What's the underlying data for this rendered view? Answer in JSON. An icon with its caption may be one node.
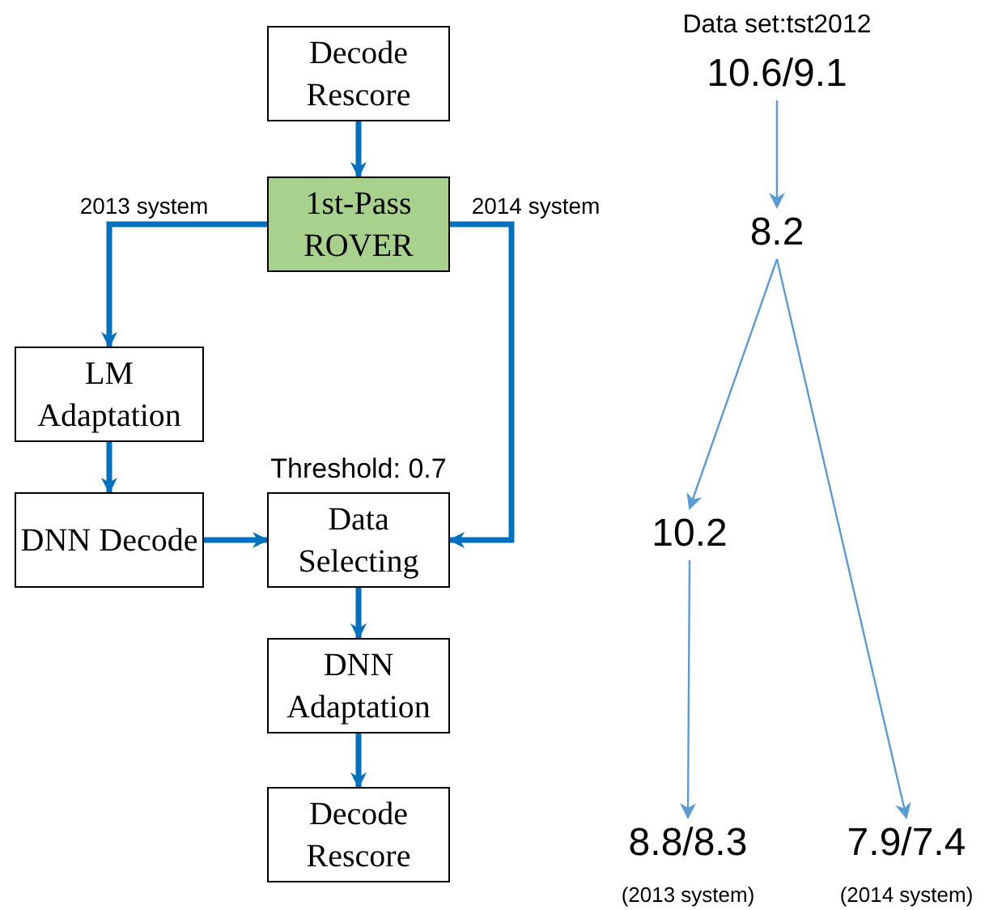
{
  "diagram": {
    "nodes": [
      {
        "text": [
          "Decode Rescore"
        ]
      },
      {
        "text": [
          "1st-Pass ROVER"
        ]
      },
      {
        "text": [
          "LM Adaptation"
        ]
      },
      {
        "text": [
          "DNN Decode"
        ]
      },
      {
        "text": [
          "Data Selecting"
        ],
        "beside": [
          "Threshold: 0.7"
        ]
      },
      {
        "text": [
          "DNN Adaptation"
        ]
      },
      {
        "text": [
          "Decode Rescore"
        ]
      },
      {
        "text": [
          "10.6/9.1"
        ],
        "beside": [
          "Data set:tst2012"
        ]
      },
      {
        "text": [
          "8.2"
        ]
      },
      {
        "text": [
          "10.2"
        ]
      },
      {
        "text": [
          "8.8/8.3"
        ],
        "beside": [
          "(2013 system)"
        ]
      },
      {
        "text": [
          "7.9/7.4"
        ],
        "beside": [
          "(2014 system)"
        ]
      }
    ],
    "edges": [
      {
        "from": 0,
        "to": 1,
        "arrow": "to"
      },
      {
        "from": 1,
        "to": 2,
        "arrow": "to",
        "label": "2013 system"
      },
      {
        "from": 1,
        "to": 4,
        "arrow": "to",
        "label": "2014 system"
      },
      {
        "from": 2,
        "to": 3,
        "arrow": "to"
      },
      {
        "from": 3,
        "to": 4,
        "arrow": "to"
      },
      {
        "from": 4,
        "to": 5,
        "arrow": "to"
      },
      {
        "from": 5,
        "to": 6,
        "arrow": "to"
      },
      {
        "from": 7,
        "to": 8,
        "arrow": "to",
        "color": "#5b9bd5"
      },
      {
        "from": 8,
        "to": 9,
        "arrow": "to",
        "color": "#5b9bd5"
      },
      {
        "from": 8,
        "to": 11,
        "arrow": "to",
        "color": "#5b9bd5"
      },
      {
        "from": 9,
        "to": 10,
        "arrow": "to",
        "color": "#5b9bd5"
      }
    ]
  }
}
